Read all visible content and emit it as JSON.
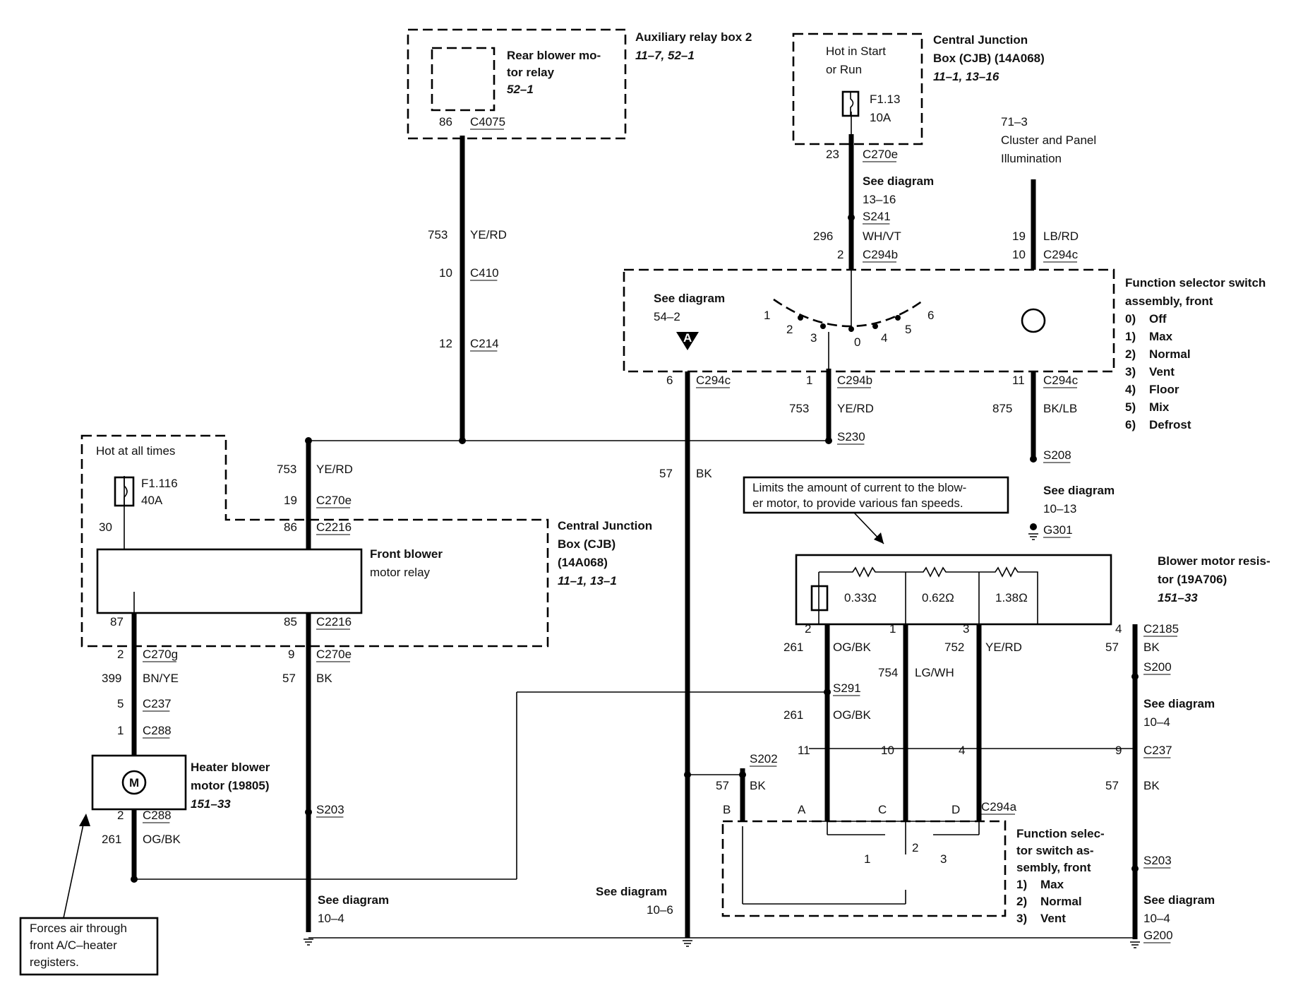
{
  "labels": {
    "aux_relay_box": "Auxiliary relay box 2",
    "aux_relay_ref": "11–7, 52–1",
    "rear_relay_1": "Rear blower mo-",
    "rear_relay_2": "tor relay",
    "rear_relay_ref": "52–1",
    "cjb_title_1": "Central Junction",
    "cjb_title_2": "Box (CJB) (14A068)",
    "cjb_ref": "11–1, 13–16",
    "hot_start_1": "Hot in Start",
    "hot_start_2": "or Run",
    "fuse_f113": "F1.13",
    "fuse_f113_amp": "10A",
    "cluster_ref": "71–3",
    "cluster_1": "Cluster and Panel",
    "cluster_2": "Illumination",
    "see_diagram": "See diagram",
    "ref_13_16": "13–16",
    "ref_54_2": "54–2",
    "fss_title_1": "Function selector switch",
    "fss_title_2": "assembly, front",
    "fss_pos_0": "0)",
    "fss_pos_0_label": "Off",
    "fss_pos_1": "1)",
    "fss_pos_1_label": "Max",
    "fss_pos_2": "2)",
    "fss_pos_2_label": "Normal",
    "fss_pos_3": "3)",
    "fss_pos_3_label": "Vent",
    "fss_pos_4": "4)",
    "fss_pos_4_label": "Floor",
    "fss_pos_5": "5)",
    "fss_pos_5_label": "Mix",
    "fss_pos_6": "6)",
    "fss_pos_6_label": "Defrost",
    "hot_all_times": "Hot at all times",
    "fuse_f1116": "F1.116",
    "fuse_f1116_amp": "40A",
    "front_relay_1": "Front blower",
    "front_relay_2": "motor relay",
    "cjb2_1": "Central Junction",
    "cjb2_2": "Box (CJB)",
    "cjb2_3": "(14A068)",
    "cjb2_ref": "11–1, 13–1",
    "limits_note_1": "Limits the amount of current to the blow-",
    "limits_note_2": "er motor, to provide various fan speeds.",
    "ref_10_13": "10–13",
    "resistor_1": "Blower motor resis-",
    "resistor_2": "tor (19A706)",
    "resistor_ref": "151–33",
    "r1": "0.33Ω",
    "r2": "0.62Ω",
    "r3": "1.38Ω",
    "heater_1": "Heater blower",
    "heater_2": "motor (19805)",
    "heater_ref": "151–33",
    "motor_symbol": "M",
    "ref_10_4": "10–4",
    "ref_10_6": "10–6",
    "fss2_1": "Function selec-",
    "fss2_2": "tor switch as-",
    "fss2_3": "sembly, front",
    "fss2_pos_1": "1)",
    "fss2_pos_1_label": "Max",
    "fss2_pos_2": "2)",
    "fss2_pos_2_label": "Normal",
    "fss2_pos_3": "3)",
    "fss2_pos_3_label": "Vent",
    "forces_1": "Forces air through",
    "forces_2": "front A/C–heater",
    "forces_3": "registers.",
    "conn_A": "A",
    "conn_B": "B",
    "conn_C": "C",
    "conn_D": "D"
  },
  "switch_positions": [
    "1",
    "2",
    "3",
    "0",
    "4",
    "5",
    "6"
  ],
  "switch2_positions": [
    "1",
    "2",
    "3"
  ],
  "circuits": [
    {
      "pin": "86",
      "conn": "C4075"
    },
    {
      "pin": "753",
      "wire": "YE/RD"
    },
    {
      "pin": "10",
      "conn": "C410"
    },
    {
      "pin": "12",
      "conn": "C214"
    },
    {
      "pin": "23",
      "conn": "C270e"
    },
    {
      "splice": "S241"
    },
    {
      "pin": "296",
      "wire": "WH/VT"
    },
    {
      "pin": "2",
      "conn": "C294b"
    },
    {
      "pin": "19",
      "wire": "LB/RD"
    },
    {
      "pin": "10",
      "conn": "C294c"
    },
    {
      "pin": "6",
      "conn": "C294c"
    },
    {
      "pin": "1",
      "conn": "C294b"
    },
    {
      "pin": "753",
      "wire": "YE/RD"
    },
    {
      "splice": "S230"
    },
    {
      "pin": "11",
      "conn": "C294c"
    },
    {
      "pin": "875",
      "wire": "BK/LB"
    },
    {
      "splice": "S208"
    },
    {
      "splice": "G301"
    },
    {
      "pin": "753",
      "wire": "YE/RD"
    },
    {
      "pin": "19",
      "conn": "C270e"
    },
    {
      "pin": "57",
      "wire": "BK"
    },
    {
      "pin": "30"
    },
    {
      "pin": "86",
      "conn": "C2216"
    },
    {
      "pin": "87"
    },
    {
      "pin": "85",
      "conn": "C2216"
    },
    {
      "pin": "2",
      "conn": "C270g"
    },
    {
      "pin": "399",
      "wire": "BN/YE"
    },
    {
      "pin": "5",
      "conn": "C237"
    },
    {
      "pin": "1",
      "conn": "C288"
    },
    {
      "pin": "9",
      "conn": "C270e"
    },
    {
      "pin": "57",
      "wire": "BK"
    },
    {
      "pin": "2",
      "conn": "C288"
    },
    {
      "pin": "261",
      "wire": "OG/BK"
    },
    {
      "splice": "S203"
    },
    {
      "pin": "2"
    },
    {
      "pin": "261",
      "wire": "OG/BK"
    },
    {
      "pin": "1"
    },
    {
      "pin": "754",
      "wire": "LG/WH"
    },
    {
      "pin": "3"
    },
    {
      "pin": "752",
      "wire": "YE/RD"
    },
    {
      "pin": "4",
      "conn": "C2185"
    },
    {
      "pin": "57",
      "wire": "BK"
    },
    {
      "splice": "S200"
    },
    {
      "splice": "S291"
    },
    {
      "pin": "261",
      "wire": "OG/BK"
    },
    {
      "pin": "11"
    },
    {
      "pin": "10"
    },
    {
      "pin": "4"
    },
    {
      "pin": "9",
      "conn": "C237"
    },
    {
      "splice": "S202"
    },
    {
      "pin": "57",
      "wire": "BK"
    },
    {
      "conn": "C294a"
    },
    {
      "pin": "57",
      "wire": "BK"
    },
    {
      "splice": "S203"
    },
    {
      "splice": "G200"
    }
  ]
}
